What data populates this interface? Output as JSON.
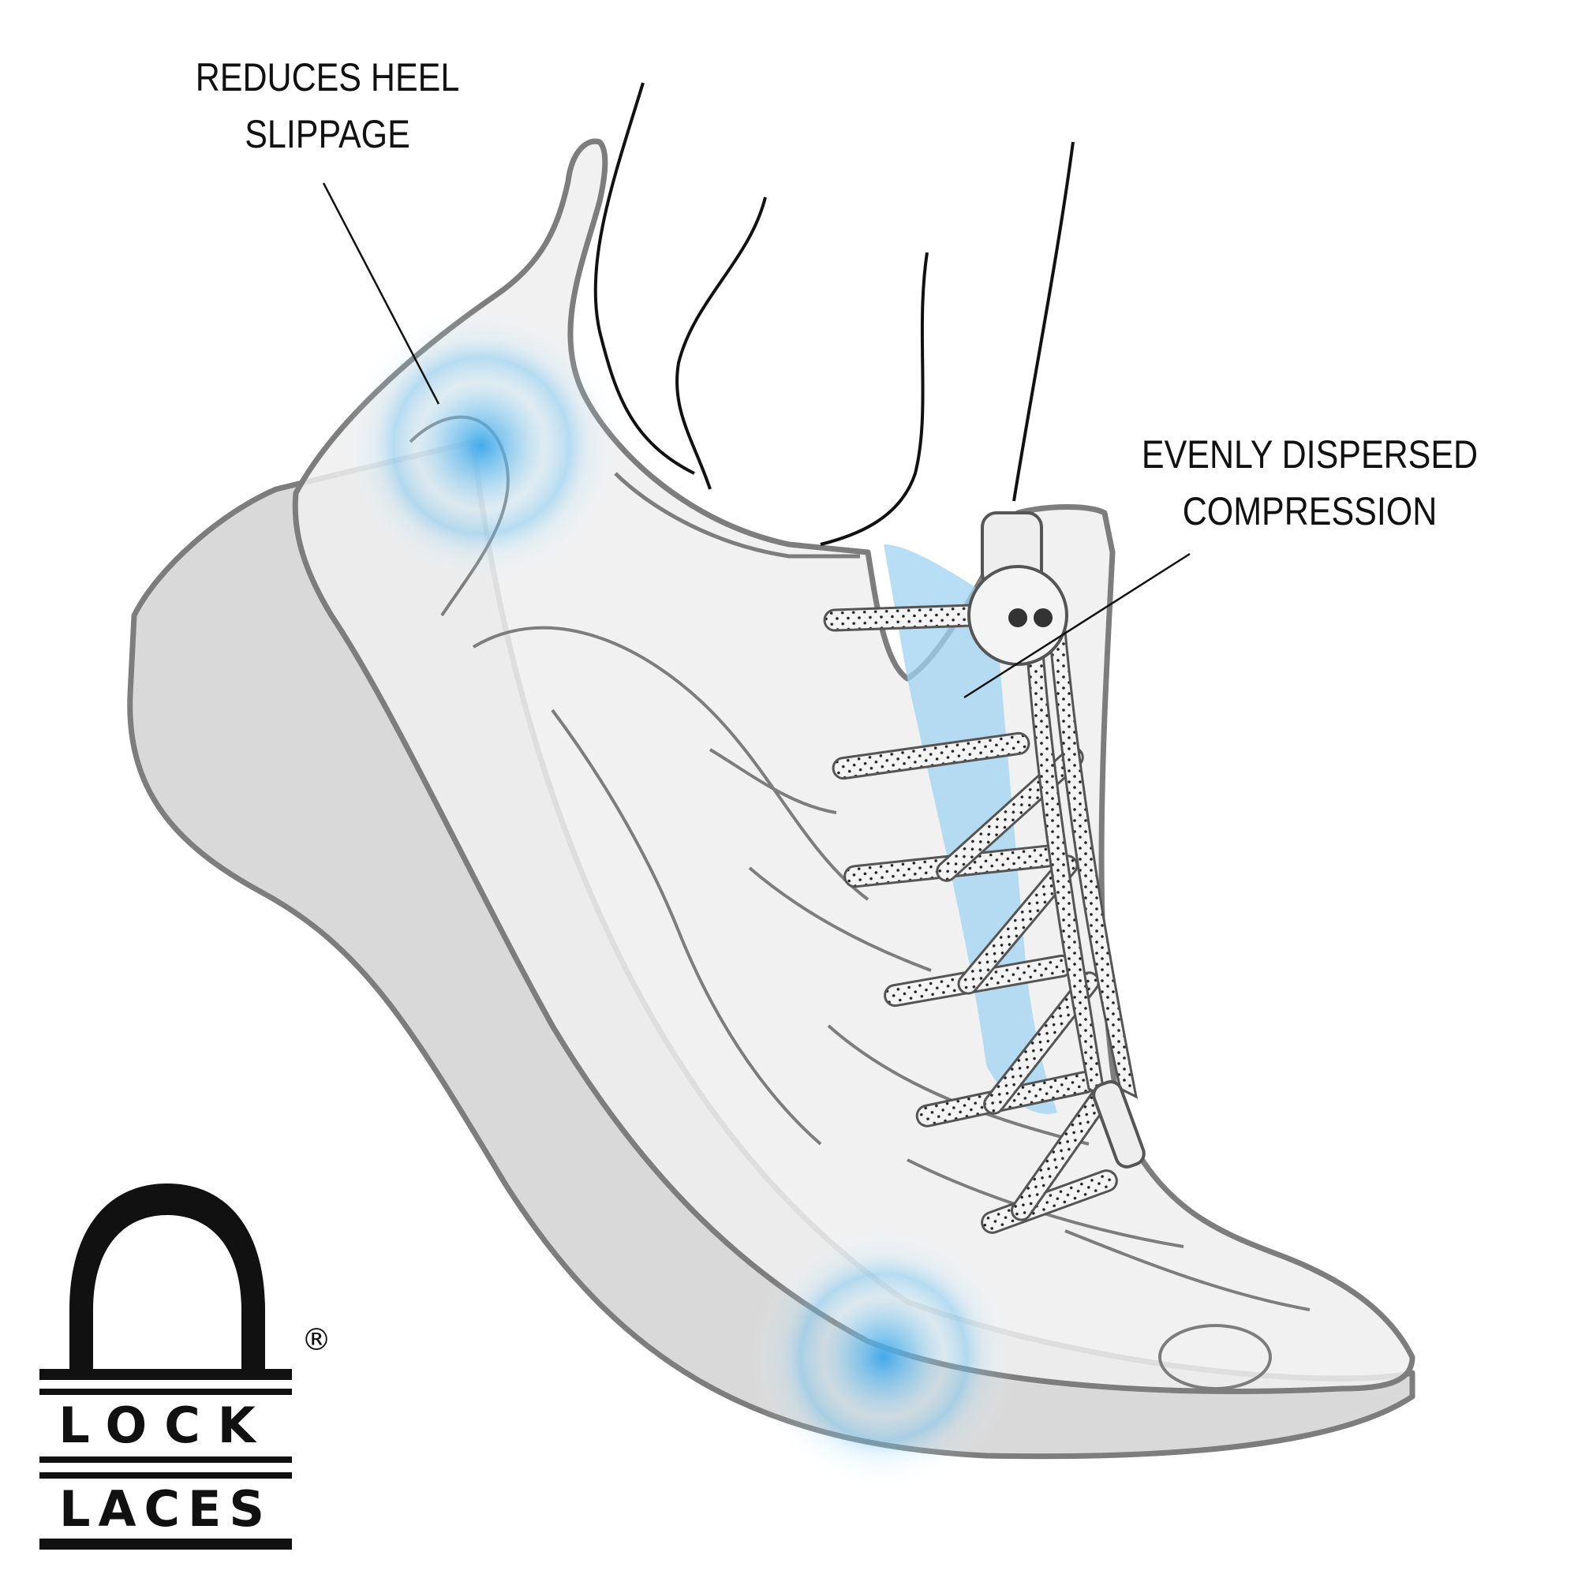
{
  "callouts": {
    "heel": {
      "line1": "REDUCES HEEL",
      "line2": "SLIPPAGE"
    },
    "compression": {
      "line1": "EVENLY DISPERSED",
      "line2": "COMPRESSION"
    }
  },
  "logo": {
    "word1": "LOCK",
    "word2": "LACES",
    "registered": "®"
  },
  "colors": {
    "outline": "#7d7d7d",
    "sole": "#d9d9d9",
    "upper": "#efefef",
    "glow": "#4aaee8",
    "tongue": "#9fd3f2",
    "lace": "#f3f3f3",
    "ink": "#111111"
  },
  "icons": [
    "heel-glow-icon",
    "forefoot-glow-icon",
    "lock-toggle-icon",
    "lock-laces-logo-icon"
  ]
}
